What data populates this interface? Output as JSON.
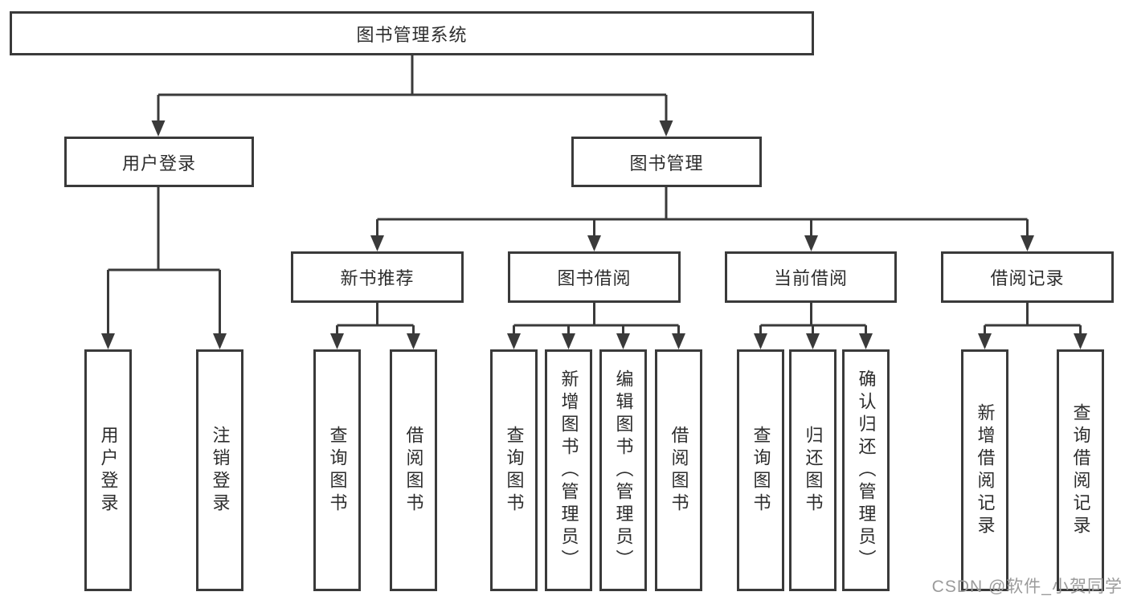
{
  "watermark": "CSDN @软件_小贺同学",
  "colors": {
    "line": "#3a3a3a",
    "text": "#2d2d2d",
    "box_background": "#ffffff",
    "watermark": "#9b9b9b"
  },
  "tree": {
    "label": "图书管理系统",
    "children": [
      {
        "label": "用户登录",
        "children": [
          {
            "label": "用户登录"
          },
          {
            "label": "注销登录"
          }
        ]
      },
      {
        "label": "图书管理",
        "children": [
          {
            "label": "新书推荐",
            "children": [
              {
                "label": "查询图书"
              },
              {
                "label": "借阅图书"
              }
            ]
          },
          {
            "label": "图书借阅",
            "children": [
              {
                "label": "查询图书"
              },
              {
                "label": "新增图书（管理员）"
              },
              {
                "label": "编辑图书（管理员）"
              },
              {
                "label": "借阅图书"
              }
            ]
          },
          {
            "label": "当前借阅",
            "children": [
              {
                "label": "查询图书"
              },
              {
                "label": "归还图书"
              },
              {
                "label": "确认归还（管理员）"
              }
            ]
          },
          {
            "label": "借阅记录",
            "children": [
              {
                "label": "新增借阅记录"
              },
              {
                "label": "查询借阅记录"
              }
            ]
          }
        ]
      }
    ]
  }
}
